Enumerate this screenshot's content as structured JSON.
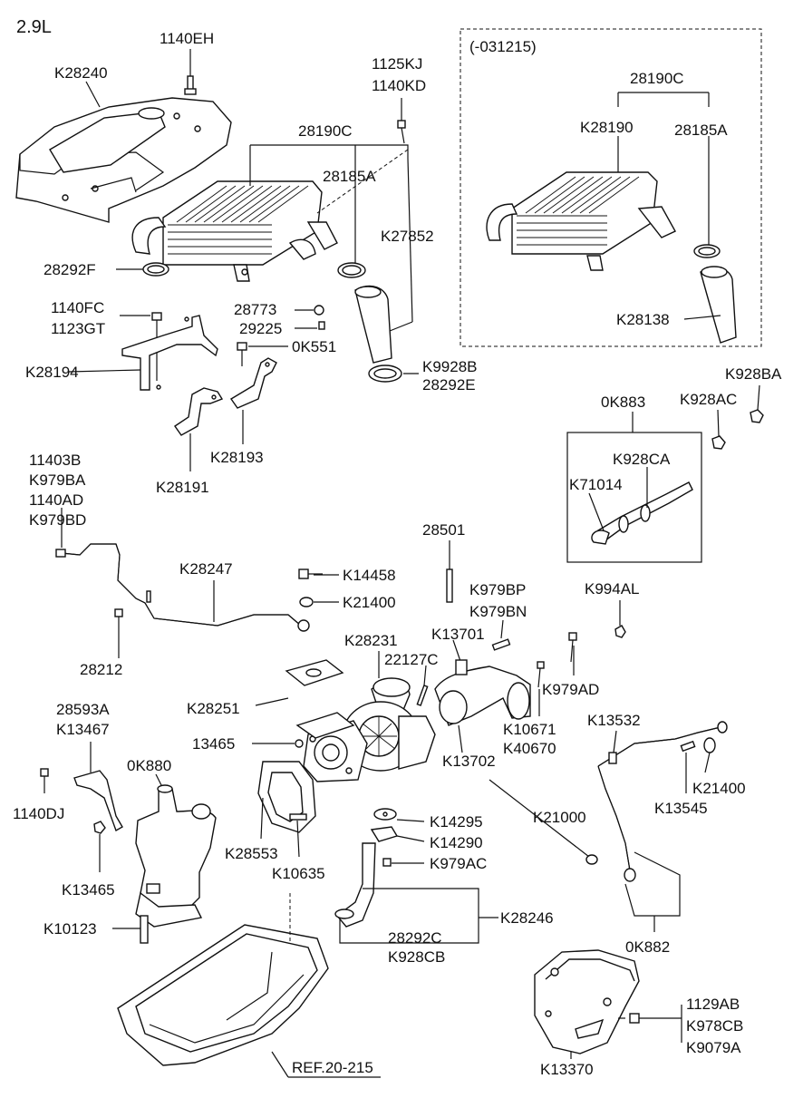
{
  "engine": "2.9L",
  "inset_box_label": "(-031215)",
  "labels": {
    "p1140EH": "1140EH",
    "pK28240": "K28240",
    "p1125KJ": "1125KJ",
    "p1140KD": "1140KD",
    "p28190C": "28190C",
    "p28185A": "28185A",
    "pK27852": "K27852",
    "p28292F": "28292F",
    "p28773": "28773",
    "p29225": "29225",
    "p0K551": "0K551",
    "p1140FC": "1140FC",
    "p1123GT": "1123GT",
    "pK28194": "K28194",
    "pK9928B": "K9928B",
    "p28292E": "28292E",
    "pK28193": "K28193",
    "pK28191": "K28191",
    "inset_28190C": "28190C",
    "inset_K28190": "K28190",
    "inset_28185A": "28185A",
    "inset_K28138": "K28138",
    "pK928BA": "K928BA",
    "pK928AC": "K928AC",
    "p0K883": "0K883",
    "pK928CA": "K928CA",
    "pK71014": "K71014",
    "p11403B": "11403B",
    "pK979BA": "K979BA",
    "p1140AD": "1140AD",
    "pK979BD": "K979BD",
    "p28501": "28501",
    "pK28247": "K28247",
    "pK14458": "K14458",
    "pK21400a": "K21400",
    "p28212": "28212",
    "pK979BP": "K979BP",
    "pK979BN": "K979BN",
    "pK994AL": "K994AL",
    "pK13701": "K13701",
    "pK28231": "K28231",
    "p22127C": "22127C",
    "pK979AD": "K979AD",
    "pK28251": "K28251",
    "p13465": "13465",
    "pK10671": "K10671",
    "pK40670": "K40670",
    "pK13702": "K13702",
    "pK13532": "K13532",
    "p28593A": "28593A",
    "pK13467": "K13467",
    "p0K880": "0K880",
    "p1140DJ": "1140DJ",
    "pK13465": "K13465",
    "pK10123": "K10123",
    "pK28553": "K28553",
    "pK10635": "K10635",
    "pK14295": "K14295",
    "pK14290": "K14290",
    "pK979AC": "K979AC",
    "pK21000": "K21000",
    "pK21400b": "K21400",
    "pK13545": "K13545",
    "pK28246": "K28246",
    "p28292C": "28292C",
    "pK928CB": "K928CB",
    "p0K882": "0K882",
    "ref": "REF.20-215",
    "p1129AB": "1129AB",
    "pK978CB": "K978CB",
    "pK9079A": "K9079A",
    "pK13370": "K13370"
  }
}
